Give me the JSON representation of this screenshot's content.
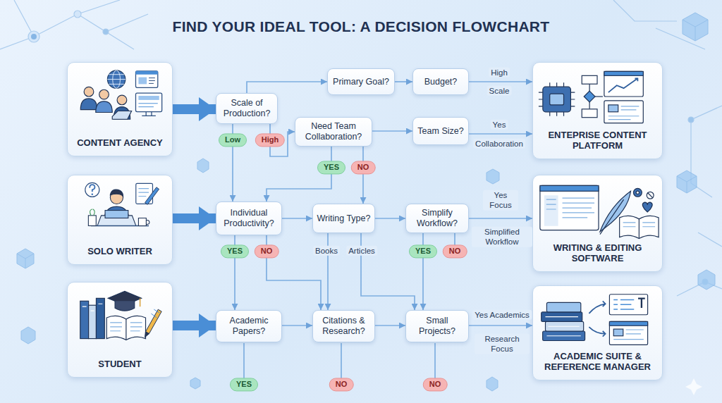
{
  "diagram": {
    "title": "FIND YOUR IDEAL TOOL: A DECISION FLOWCHART",
    "nodes": [
      {
        "text": [
          "CONTENT AGENCY"
        ]
      },
      {
        "text": [
          "Scale of Production?"
        ]
      },
      {
        "text": [
          "Primary Goal?"
        ]
      },
      {
        "text": [
          "Budget?"
        ]
      },
      {
        "text": [
          "Need Team Collaboration?"
        ]
      },
      {
        "text": [
          "Team Size?"
        ]
      },
      {
        "text": [
          "ENTEPRISE CONTENT PLATFORM"
        ]
      },
      {
        "text": [
          "SOLO WRITER"
        ]
      },
      {
        "text": [
          "Individual Productivity?"
        ]
      },
      {
        "text": [
          "Writing Type?"
        ]
      },
      {
        "text": [
          "Simplify Workflow?"
        ]
      },
      {
        "text": [
          "WRITING & EDITING SOFTWARE"
        ]
      },
      {
        "text": [
          "STUDENT"
        ]
      },
      {
        "text": [
          "Academic Papers?"
        ]
      },
      {
        "text": [
          "Citations & Research?"
        ]
      },
      {
        "text": [
          "Small Projects?"
        ]
      },
      {
        "text": [
          "ACADEMIC SUITE & REFERENCE MANAGER"
        ]
      }
    ],
    "edges": [
      {
        "from": 0,
        "to": 1,
        "arrow": "to"
      },
      {
        "from": 1,
        "to": 2,
        "arrow": "to"
      },
      {
        "from": 1,
        "to": 4,
        "label": "High",
        "arrow": "to"
      },
      {
        "from": 1,
        "to": 8,
        "label": "Low",
        "arrow": "to"
      },
      {
        "from": 2,
        "to": 3,
        "arrow": "to"
      },
      {
        "from": 3,
        "to": 6,
        "label": "High",
        "arrow": "to"
      },
      {
        "from": 4,
        "to": 5,
        "arrow": "to"
      },
      {
        "from": 4,
        "to": 8,
        "label": "YES",
        "arrow": "to"
      },
      {
        "from": 4,
        "to": 9,
        "label": "NO",
        "arrow": "to"
      },
      {
        "from": 5,
        "to": 6,
        "label": "Yes",
        "arrow": "to"
      },
      {
        "from": 7,
        "to": 8,
        "arrow": "to"
      },
      {
        "from": 8,
        "to": 9,
        "arrow": "to"
      },
      {
        "from": 8,
        "to": 13,
        "label": "YES",
        "arrow": "to"
      },
      {
        "from": 8,
        "to": 14,
        "label": "NO",
        "arrow": "to"
      },
      {
        "from": 9,
        "to": 10,
        "arrow": "to"
      },
      {
        "from": 9,
        "to": 14,
        "label": "Books",
        "arrow": "to"
      },
      {
        "from": 9,
        "to": 15,
        "label": "Articles",
        "arrow": "to"
      },
      {
        "from": 10,
        "to": 11,
        "label": "Yes Focus",
        "arrow": "to"
      },
      {
        "from": 10,
        "to": 15,
        "label": "YES",
        "arrow": "to"
      },
      {
        "from": 12,
        "to": 13,
        "arrow": "to"
      },
      {
        "from": 13,
        "to": 14,
        "arrow": "to"
      },
      {
        "from": 14,
        "to": 15,
        "arrow": "to"
      },
      {
        "from": 15,
        "to": 16,
        "label": "Yes Academics",
        "arrow": "to"
      }
    ],
    "labels": [
      "Scale",
      "Collaboration",
      "Simplified Workflow",
      "NO",
      "Research Focus",
      "YES",
      "NO",
      "NO"
    ]
  }
}
